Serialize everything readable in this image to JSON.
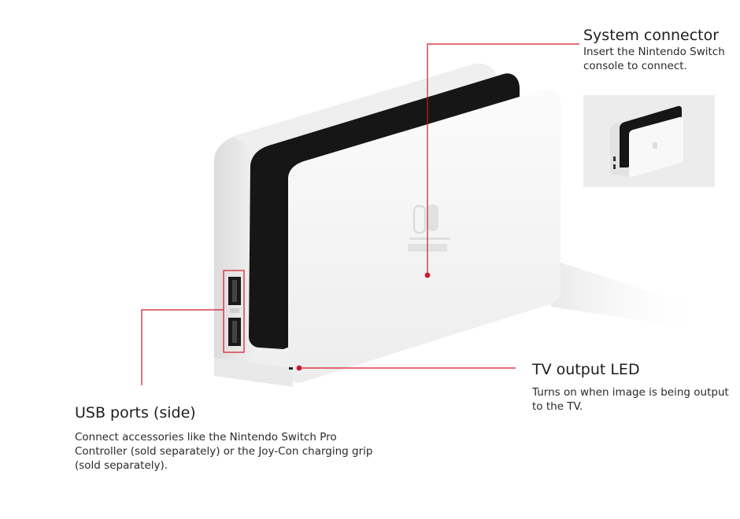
{
  "callouts": {
    "system_connector": {
      "title": "System connector",
      "description": "Insert the Nintendo Switch console to connect."
    },
    "tv_output_led": {
      "title": "TV output LED",
      "description": "Turns on when image is being output to the TV."
    },
    "usb_ports": {
      "title": "USB ports (side)",
      "description": "Connect accessories like the Nintendo Switch Pro Controller (sold separately) or the Joy-Con charging grip (sold separately)."
    }
  },
  "colors": {
    "leader_line": "#d3172b",
    "dock_white": "#f7f7f7",
    "dock_black": "#161616",
    "thumbnail_bg": "#ececec"
  },
  "icons": {
    "logo": "nintendo-switch-logo",
    "usb": "usb-port-icon"
  }
}
